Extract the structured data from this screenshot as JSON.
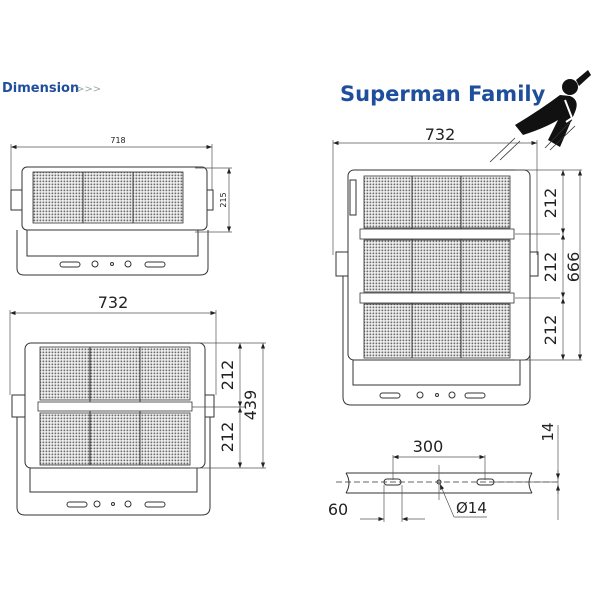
{
  "header": {
    "section_title": "Dimension",
    "section_arrows": ">>>",
    "brand_title": "Superman Family"
  },
  "drawings": {
    "single_module": {
      "width": "718",
      "height": "215"
    },
    "double_module": {
      "width": "732",
      "module_height": "212",
      "total_height": "439"
    },
    "triple_module": {
      "width": "732",
      "module_height": "212",
      "total_height": "666"
    },
    "bracket_detail": {
      "hole_spacing": "300",
      "slot_offset": "60",
      "hole_diameter": "Ø14",
      "slot_width": "14"
    }
  },
  "colors": {
    "brand": "#1f4e9c",
    "line": "#333333"
  },
  "icons": {
    "brand_icon": "superman-icon"
  }
}
